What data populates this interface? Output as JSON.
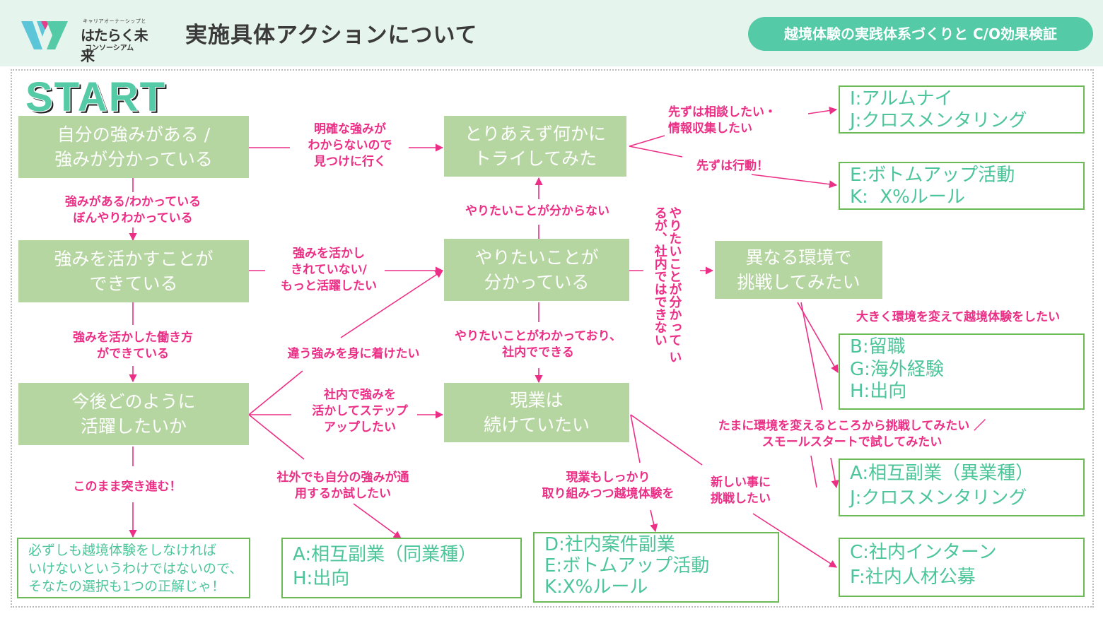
{
  "header": {
    "logo": {
      "tagline": "キャリアオーナーシップと",
      "name": "はたらく未来",
      "sub": "コンソーシアム"
    },
    "title": "実施具体アクションについて",
    "tag": "越境体験の実践体系づくりと C/O効果検証"
  },
  "colors": {
    "accent": "#54cba6",
    "node_fill": "#b5d6a0",
    "arrow": "#ec2f86",
    "result_border": "#6cba55",
    "result_text": "#4cc59a",
    "header_bg": "#e6f4ee"
  },
  "start_label": "START",
  "nodes": {
    "strength": "自分の強みがある /\n強みが分かっている",
    "try": "とりあえず何かに\nトライしてみた",
    "utilize": "強みを活かすことが\nできている",
    "know_want": "やりたいことが\n分かっている",
    "different_env": "異なる環境で\n挑戦してみたい",
    "future": "今後どのように\n活躍したいか",
    "continue": "現業は\n続けていたい"
  },
  "edge_labels": {
    "find_strength": "明確な強みが\nわからないので\n見つけに行く",
    "consult": "先ずは相談したい・\n情報収集したい",
    "action": "先ずは行動！",
    "have_strength": "強みがある/わかっている\nぼんやりわかっている",
    "dont_know_want": "やりたいことが分からない",
    "not_fully": "強みを活かし\nきれていない/\nもっと活躍したい",
    "cant_inside": "やりたいことが分かって\nいるが、社内ではできない",
    "can_inside": "やりたいことがわかっており、\n社内でできる",
    "working_style": "強みを活かした働き方\nができている",
    "different_strength": "違う強みを身に着けたい",
    "step_up": "社内で強みを\n活かしてステップ\nアップしたい",
    "big_change": "大きく環境を変えて越境体験をしたい",
    "small_start": "たまに環境を変えるところから挑戦してみたい ／\nスモールスタートで試してみたい",
    "go_straight": "このまま突き進む！",
    "test_outside": "社外でも自分の強みが通\n用するか試したい",
    "both": "現業もしっかり\n取り組みつつ越境体験を",
    "new_things": "新しい事に\n挑戦したい"
  },
  "results": {
    "alumni": [
      "I:アルムナイ",
      "J:クロスメンタリング"
    ],
    "bottomup": [
      "E:ボトムアップ活動",
      "K:  X%ルール"
    ],
    "leave": [
      "B:留職",
      "G:海外経験",
      "H:出向"
    ],
    "mutual_diff": [
      "A:相互副業（異業種）",
      "J:クロスメンタリング"
    ],
    "intern": [
      "C:社内インターン",
      "F:社内人材公募"
    ],
    "as_is": [
      "必ずしも越境体験をしなければ",
      "いけないというわけではないので、",
      "そなたの選択も1つの正解じゃ！"
    ],
    "mutual_same": [
      "A:相互副業（同業種）",
      "H:出向"
    ],
    "internal": [
      "D:社内案件副業",
      "E:ボトムアップ活動",
      "K:X%ルール"
    ]
  }
}
